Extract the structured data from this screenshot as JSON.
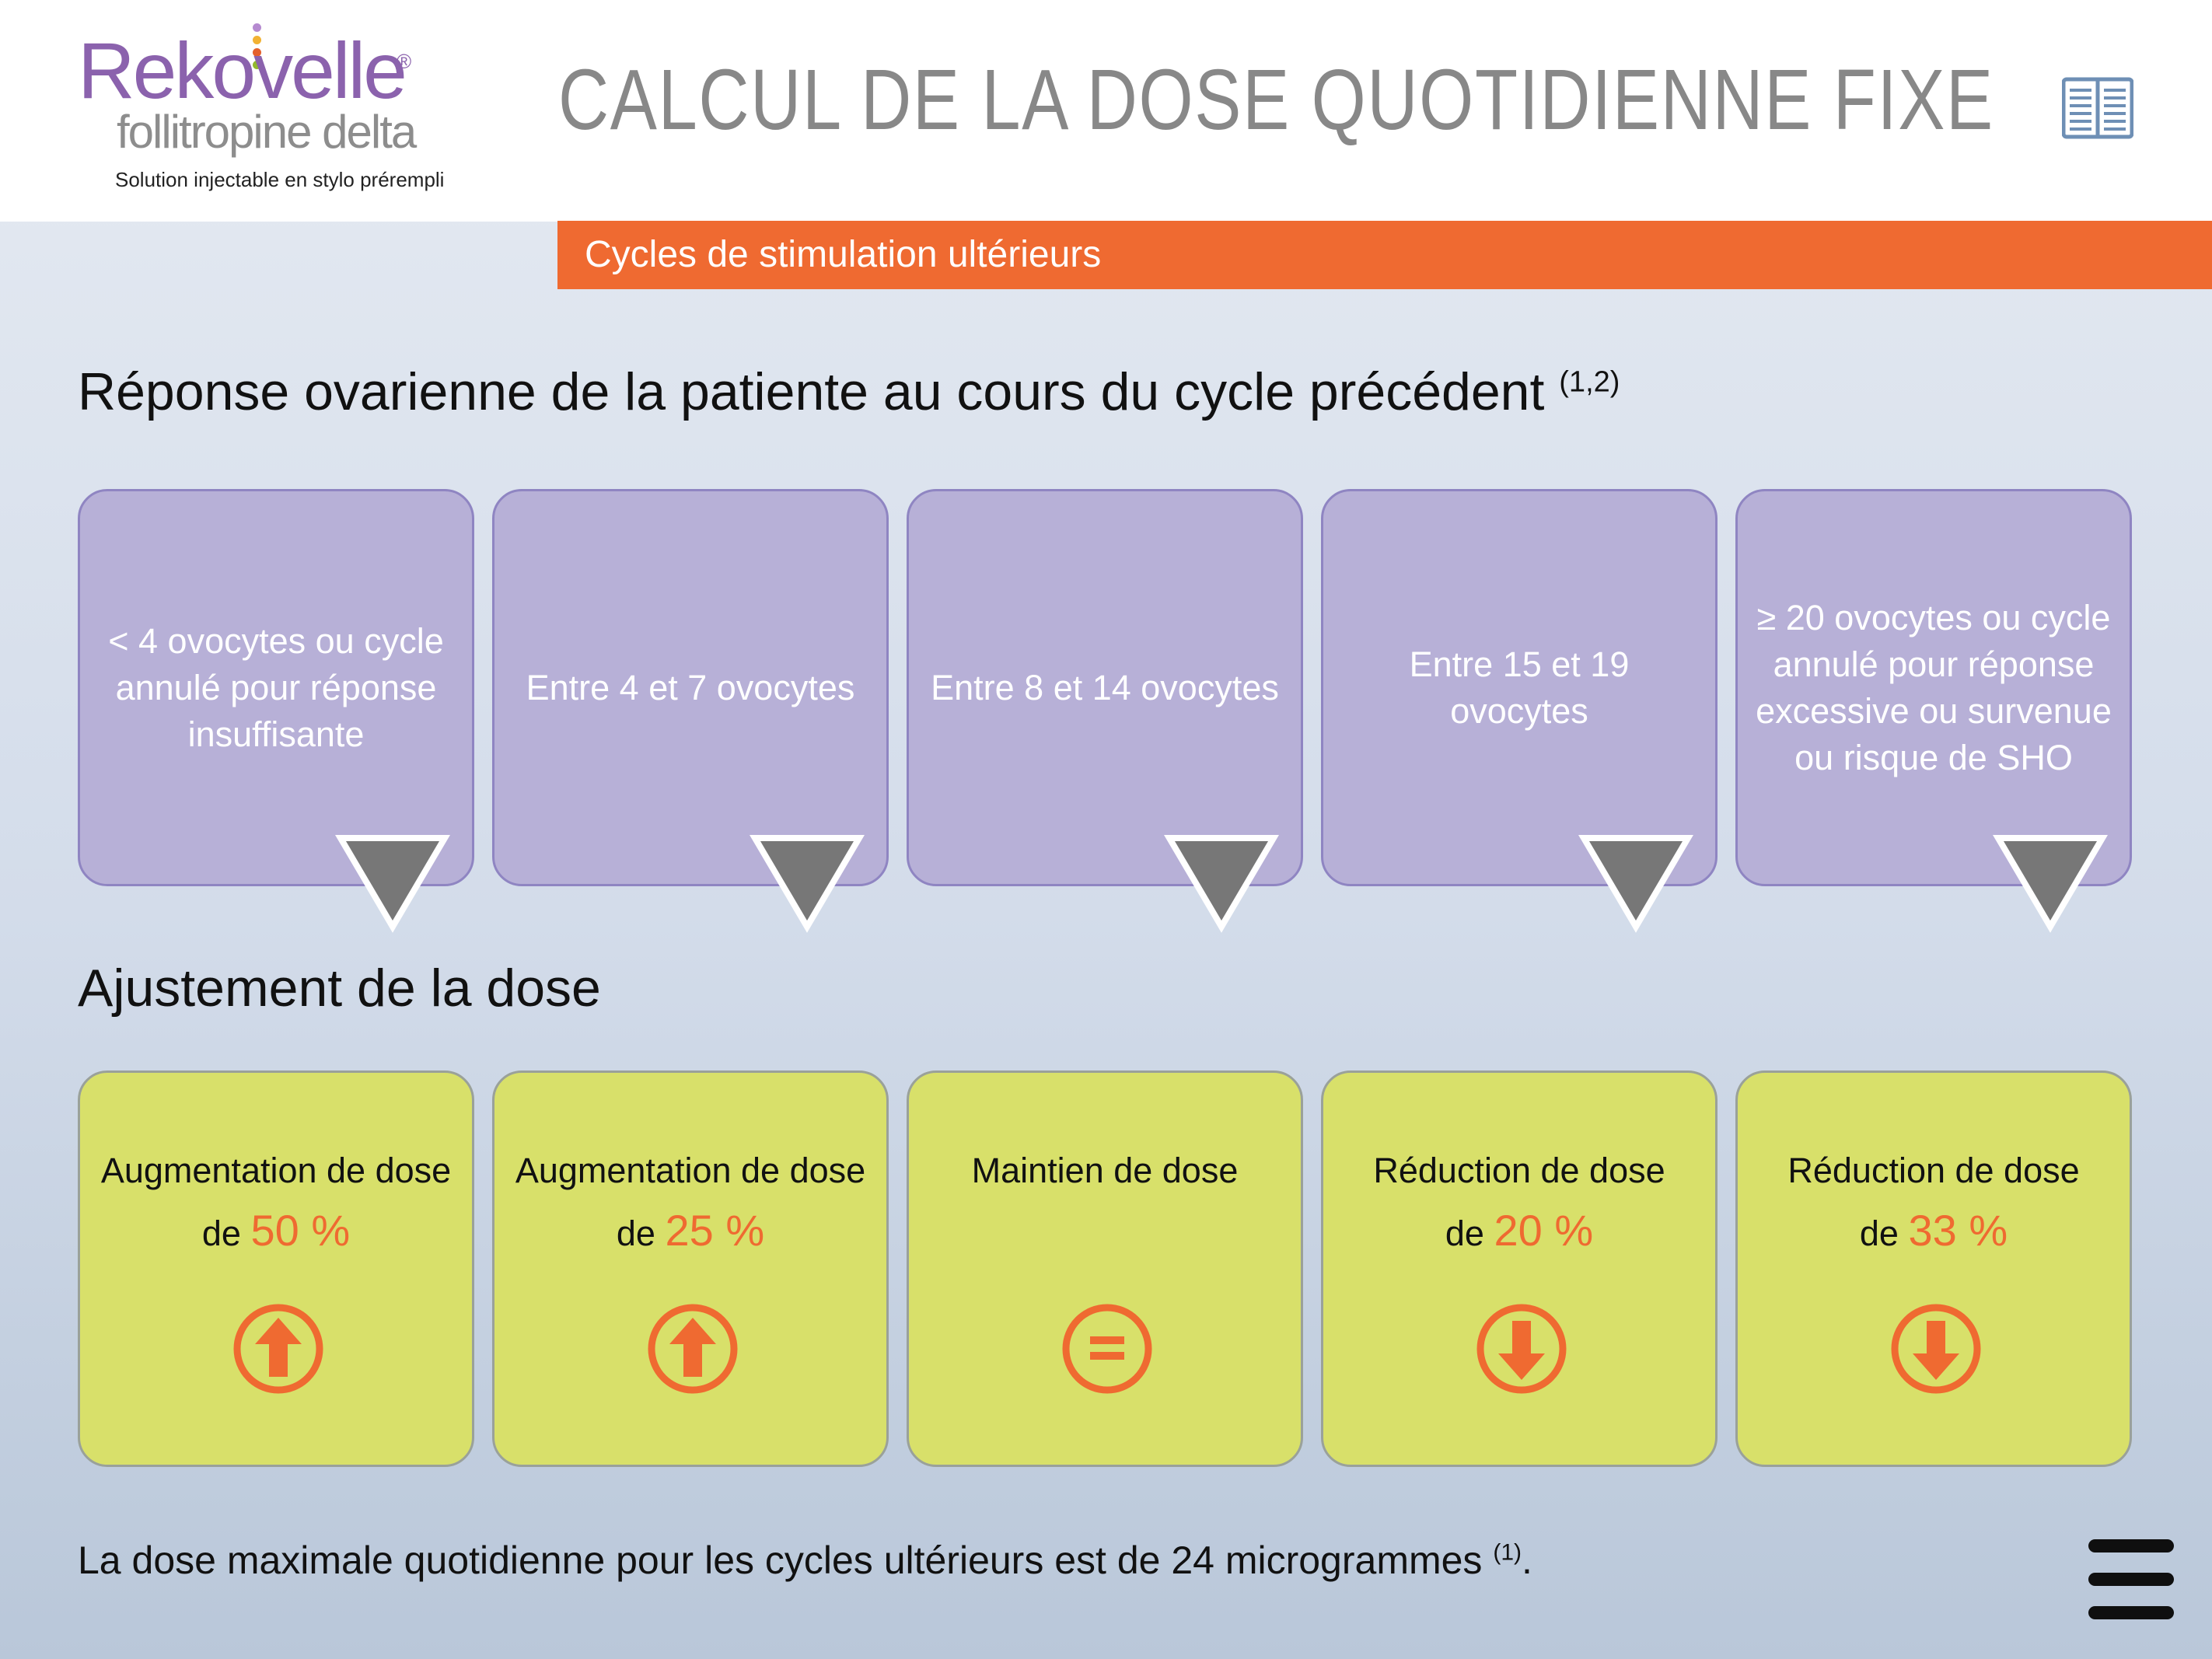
{
  "logo": {
    "brand": "Rekovelle",
    "reg": "®",
    "generic": "follitropine delta",
    "form": "Solution injectable en stylo prérempli"
  },
  "header": {
    "title": "CALCUL DE LA DOSE QUOTIDIENNE FIXE",
    "book_icon": "book-icon"
  },
  "banner": {
    "label": "Cycles de stimulation ultérieurs"
  },
  "response_section": {
    "title": "Réponse ovarienne de la patiente au cours du cycle précédent",
    "ref": "(1,2)",
    "boxes": [
      {
        "text": "< 4 ovocytes ou cycle annulé pour réponse insuffisante"
      },
      {
        "text": "Entre 4 et 7 ovocytes"
      },
      {
        "text": "Entre 8 et 14 ovocytes"
      },
      {
        "text": "Entre 15 et 19 ovocytes"
      },
      {
        "text": "≥ 20 ovocytes ou cycle annulé pour réponse excessive ou survenue ou risque de SHO"
      }
    ]
  },
  "adjust_section": {
    "title": "Ajustement de la dose",
    "boxes": [
      {
        "line1": "Augmentation de dose",
        "prefix": "de",
        "pct": "50 %",
        "icon": "arrow-up-icon"
      },
      {
        "line1": "Augmentation de dose",
        "prefix": "de",
        "pct": "25 %",
        "icon": "arrow-up-icon"
      },
      {
        "line1": "Maintien de dose",
        "prefix": "",
        "pct": "",
        "icon": "equals-icon"
      },
      {
        "line1": "Réduction de dose",
        "prefix": "de",
        "pct": "20 %",
        "icon": "arrow-down-icon"
      },
      {
        "line1": "Réduction de dose",
        "prefix": "de",
        "pct": "33 %",
        "icon": "arrow-down-icon"
      }
    ]
  },
  "footnote": {
    "text": "La dose maximale quotidienne pour les cycles ultérieurs est de 24 microgrammes",
    "ref": "(1)",
    "end": "."
  },
  "menu": {
    "icon": "hamburger-menu-icon"
  },
  "colors": {
    "brand_purple": "#8b62ad",
    "accent_orange": "#ef6a31",
    "response_box": "#b7b0d7",
    "adjust_box": "#d8e06a"
  }
}
